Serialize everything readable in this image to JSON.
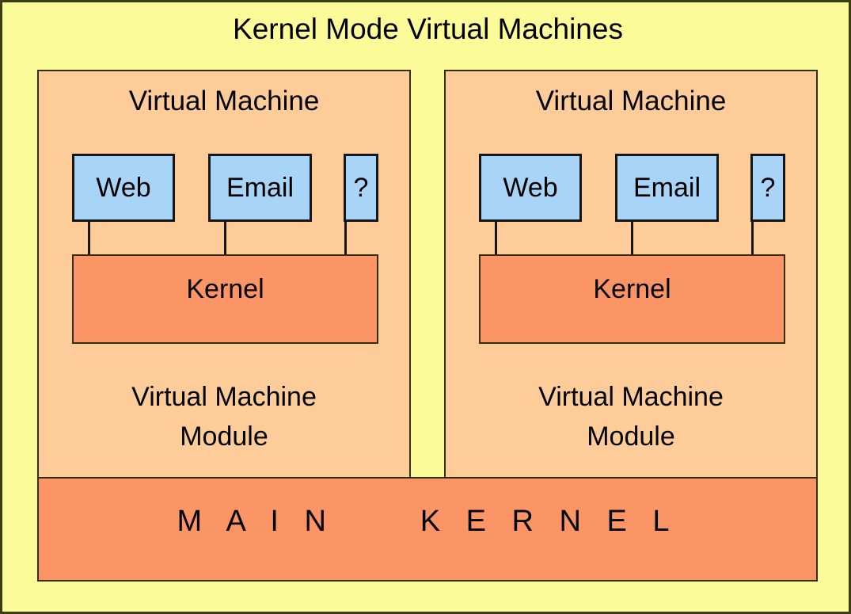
{
  "diagram": {
    "title": "Kernel Mode Virtual Machines",
    "background_color": "#fbfb99",
    "frame_border_color": "#3d3d14"
  },
  "colors": {
    "page_background": "#fbfb99",
    "vm_panel_fill": "#fdcc98",
    "app_box_fill": "#a8d4f8",
    "kernel_fill": "#fc9566",
    "border_dark": "#332d12",
    "app_border": "#15161a",
    "text": "#000000"
  },
  "virtual_machines": [
    {
      "title": "Virtual Machine",
      "apps": [
        {
          "label": "Web",
          "icon": "app-box"
        },
        {
          "label": "Email",
          "icon": "app-box"
        },
        {
          "label": "?",
          "icon": "unknown-app-box"
        }
      ],
      "kernel_label": "Kernel",
      "module_caption_line1": "Virtual Machine",
      "module_caption_line2": "Module"
    },
    {
      "title": "Virtual Machine",
      "apps": [
        {
          "label": "Web",
          "icon": "app-box"
        },
        {
          "label": "Email",
          "icon": "app-box"
        },
        {
          "label": "?",
          "icon": "unknown-app-box"
        }
      ],
      "kernel_label": "Kernel",
      "module_caption_line1": "Virtual Machine",
      "module_caption_line2": "Module"
    }
  ],
  "main_kernel": {
    "label": "M A I N     K E R N E L"
  }
}
